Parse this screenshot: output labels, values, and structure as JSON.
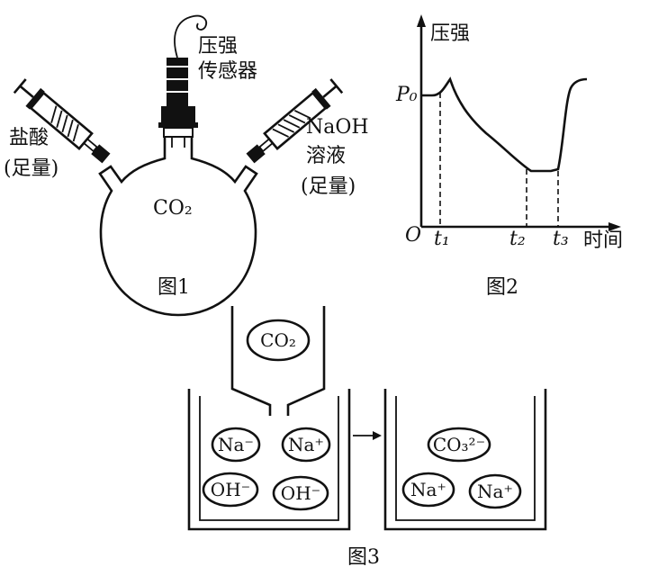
{
  "figure1": {
    "caption": "图1",
    "flask_label": "CO₂",
    "sensor_label_line1": "压强",
    "sensor_label_line2": "传感器",
    "left_label_line1": "盐酸",
    "left_label_line2": "(足量)",
    "right_label_line1": "NaOH",
    "right_label_line2": "溶液",
    "right_label_line3": "(足量)"
  },
  "figure2": {
    "caption": "图2",
    "y_axis_label": "压强",
    "x_axis_label": "时间",
    "origin_label": "O",
    "p0_label": "P₀",
    "t1_label": "t₁",
    "t2_label": "t₂",
    "t3_label": "t₃"
  },
  "figure3": {
    "caption": "图3",
    "tube_ion": "CO₂",
    "before_ions": [
      "Na⁻",
      "Na⁺",
      "OH⁻",
      "OH⁻"
    ],
    "after_ions": [
      "CO₃²⁻",
      "Na⁺",
      "Na⁺"
    ],
    "arrow": "→"
  }
}
